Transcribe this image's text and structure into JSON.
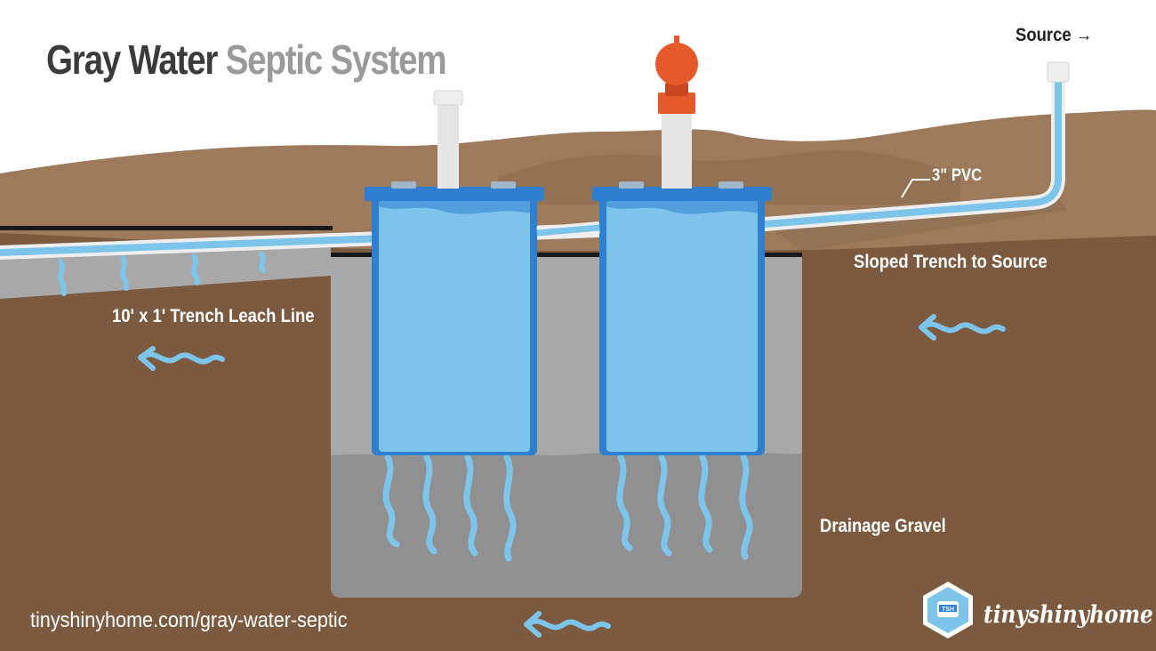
{
  "title": {
    "part1": "Gray Water",
    "part2": "Septic System"
  },
  "labels": {
    "source": "Source →",
    "pvc": "3\" PVC",
    "sloped_trench": "Sloped Trench to Source",
    "leach_line": "10' x 1' Trench Leach Line",
    "drainage_gravel": "Drainage Gravel"
  },
  "footer": {
    "url": "tinyshinyhome.com/gray-water-septic",
    "brand": "tinyshinyhome",
    "badge_text": "TSH"
  },
  "colors": {
    "sky": "#ffffff",
    "upper_soil": "#9c7a5b",
    "lower_soil": "#7b5a3f",
    "gravel": "#a4a4a4",
    "gravel_dark": "#8e8e8e",
    "water": "#7dc4ea",
    "bucket_rim": "#2f7fd1",
    "pipe_white": "#eeeeee",
    "vent_cap": "#e45a2b"
  },
  "icons": [
    "flow-arrow-icon",
    "water-drip-icon",
    "vent-cap-icon",
    "logo-badge-icon"
  ]
}
